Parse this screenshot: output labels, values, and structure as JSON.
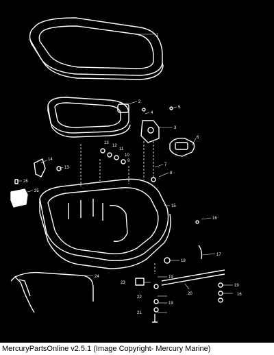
{
  "diagram": {
    "callouts": [
      "1",
      "2",
      "3",
      "4",
      "5",
      "6",
      "7",
      "8",
      "9",
      "10",
      "11",
      "12",
      "13",
      "13",
      "14",
      "15",
      "16",
      "16",
      "17",
      "18",
      "19",
      "19",
      "19",
      "20",
      "21",
      "22",
      "23",
      "24",
      "25",
      "26"
    ]
  },
  "footer": {
    "text": "MercuryPartsOnline v2.5.1 (Image Copyright- Mercury Marine)"
  },
  "colors": {
    "background": "#000000",
    "line": "#ffffff",
    "footer_bg": "#ffffff",
    "footer_text": "#000000"
  }
}
